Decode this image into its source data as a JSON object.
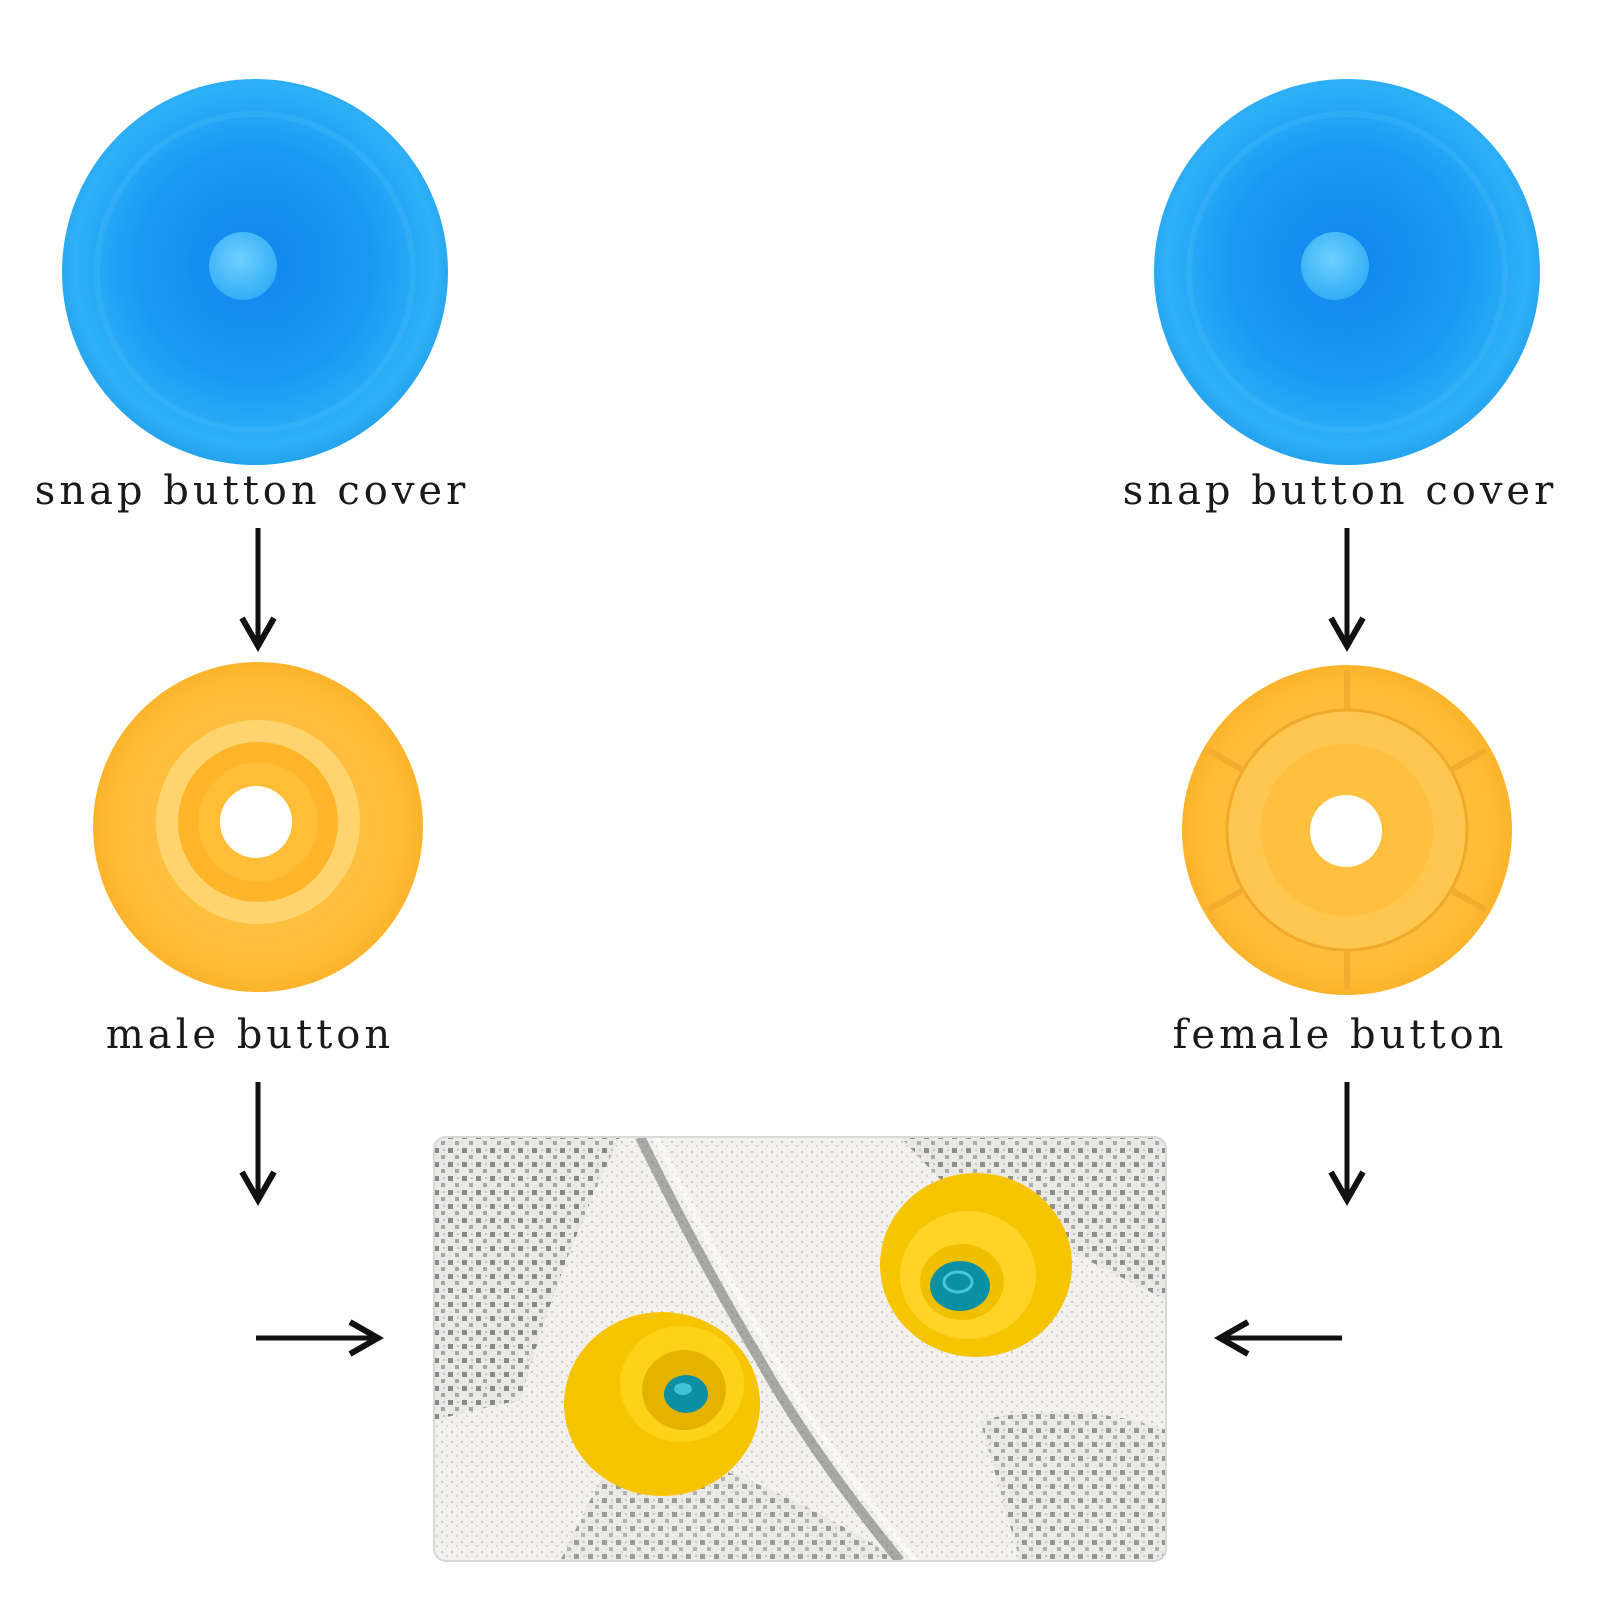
{
  "left": {
    "cover_label": "snap button cover",
    "button_label": "male button"
  },
  "right": {
    "cover_label": "snap button cover",
    "button_label": "female button"
  },
  "colors": {
    "cover_blue": "#1e9cf0",
    "button_yellow": "#ffbf3a",
    "fabric_gray": "#8a8a8a",
    "arrow": "#111111"
  }
}
